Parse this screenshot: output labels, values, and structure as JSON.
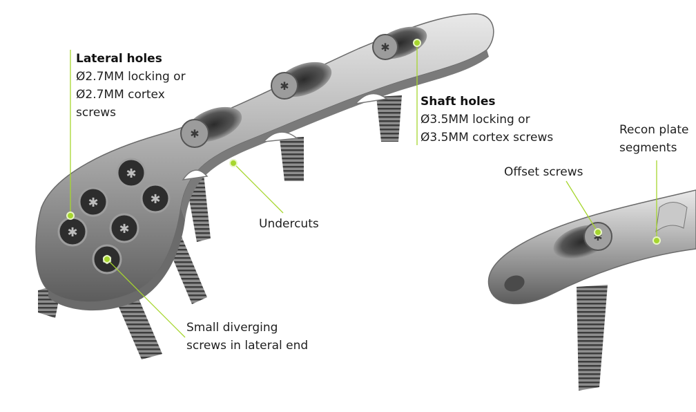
{
  "accent_color": "#a6d62e",
  "callouts": {
    "lateral_holes": {
      "title": "Lateral holes",
      "line1": "Ø2.7MM locking or",
      "line2": "Ø2.7MM cortex",
      "line3": "screws"
    },
    "shaft_holes": {
      "title": "Shaft holes",
      "line1": "Ø3.5MM locking or",
      "line2": "Ø3.5MM cortex screws"
    },
    "undercuts": {
      "text": "Undercuts"
    },
    "small_diverging": {
      "line1": "Small diverging",
      "line2": "screws in lateral end"
    },
    "offset_screws": {
      "text": "Offset screws"
    },
    "recon_plate": {
      "line1": "Recon plate",
      "line2": "segments"
    }
  }
}
